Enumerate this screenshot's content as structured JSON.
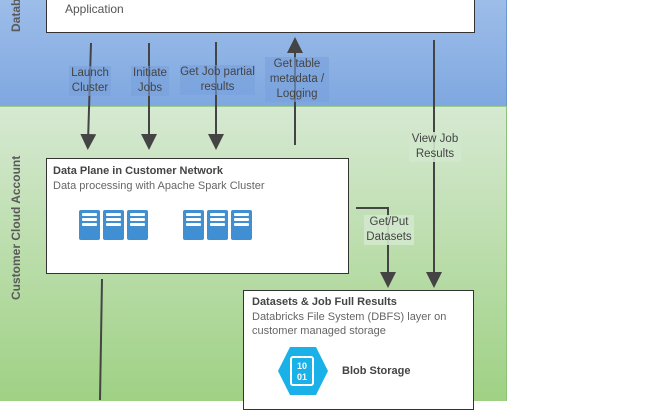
{
  "regions": {
    "databricks_label": "Datab",
    "customer_label": "Customer Cloud Account"
  },
  "control_box": {
    "line2": "Application"
  },
  "arrows": {
    "launch": "Launch Cluster",
    "initiate": "Initiate Jobs",
    "partial": "Get Job partial results",
    "metadata": "Get table metadata / Logging",
    "view": "View Job Results",
    "getput": "Get/Put Datasets"
  },
  "data_plane": {
    "title": "Data Plane in Customer Network",
    "subtitle": "Data processing with Apache Spark Cluster"
  },
  "datasets": {
    "title": "Datasets & Job Full Results",
    "subtitle": "Databricks File System (DBFS) layer on customer managed storage",
    "blob_label": "Blob Storage",
    "blob_icon_text": "10 01"
  },
  "colors": {
    "blue_band": "#8fb3e6",
    "green_band": "#b5dca3",
    "server": "#3f8fd2",
    "blob": "#1ab0e8"
  }
}
